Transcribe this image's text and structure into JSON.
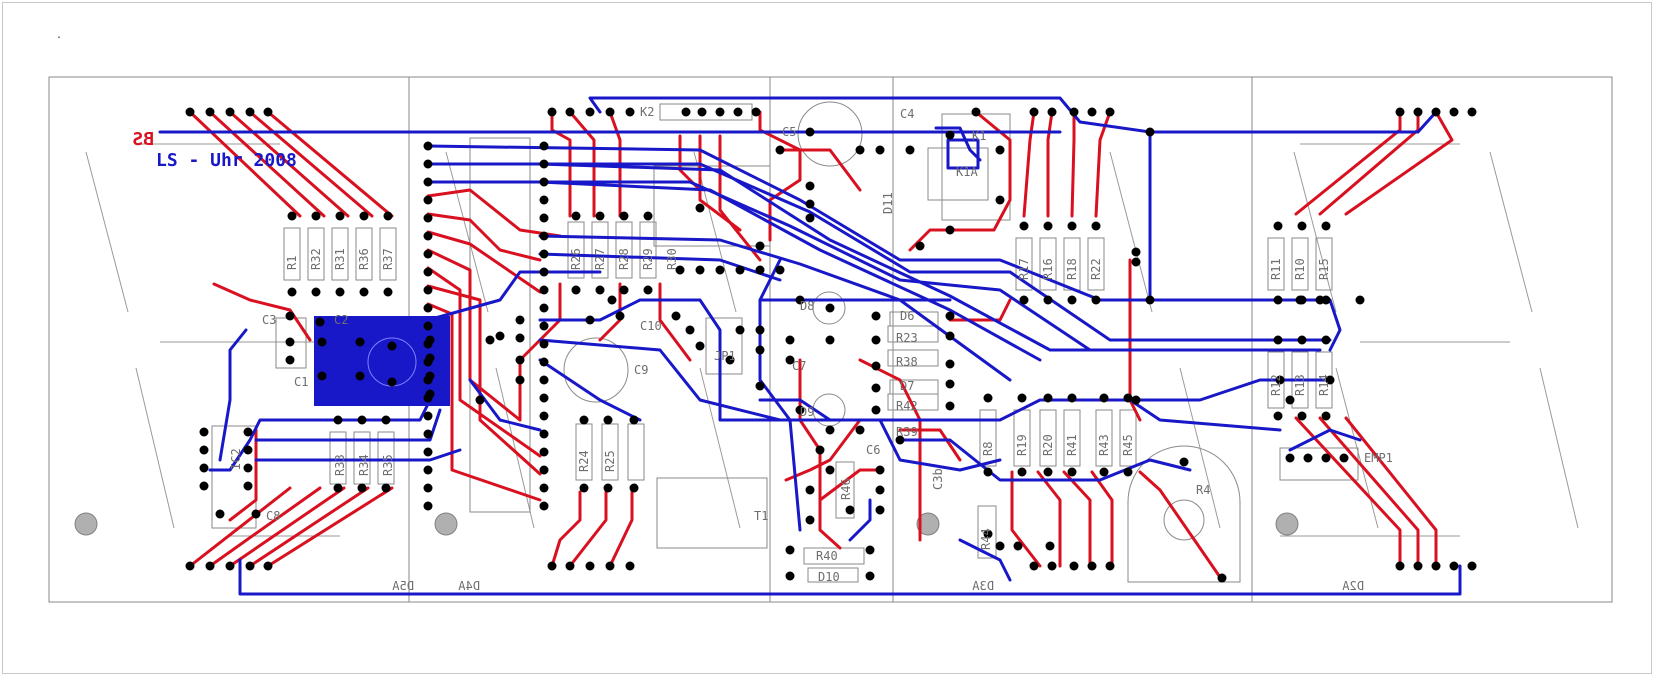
{
  "board": {
    "title_mirrored": "BS",
    "title": "LS - Uhr 2008",
    "colors": {
      "top_layer": "#d81020",
      "bottom_layer": "#1818c8",
      "pad": "#000000",
      "outline": "#7a7a7a"
    }
  },
  "labels": {
    "left": [
      "R1",
      "R32",
      "R31",
      "R36",
      "R37",
      "C3",
      "C2",
      "C1",
      "IC2",
      "C8",
      "R33",
      "R34",
      "R35"
    ],
    "mid_left": [
      "R26",
      "R27",
      "R28",
      "R29",
      "R30",
      "R24",
      "R25",
      "C10",
      "C9",
      "JP1",
      "K2"
    ],
    "center": [
      "C5",
      "C4",
      "K1",
      "K1A",
      "D11",
      "D8",
      "D9",
      "D6",
      "D7",
      "R23",
      "R38",
      "R42",
      "R39",
      "R40",
      "D10",
      "R46",
      "T1",
      "C6",
      "C7",
      "C3b"
    ],
    "right_mid": [
      "R17",
      "R16",
      "R18",
      "R22",
      "R8",
      "R19",
      "R20",
      "R41",
      "R43",
      "R45",
      "R44",
      "R4"
    ],
    "right": [
      "R11",
      "R10",
      "R15",
      "R12",
      "R13",
      "R14",
      "EMP1"
    ],
    "displays": [
      "D5A",
      "D4A",
      "D3A",
      "D2A"
    ]
  },
  "mark": "."
}
